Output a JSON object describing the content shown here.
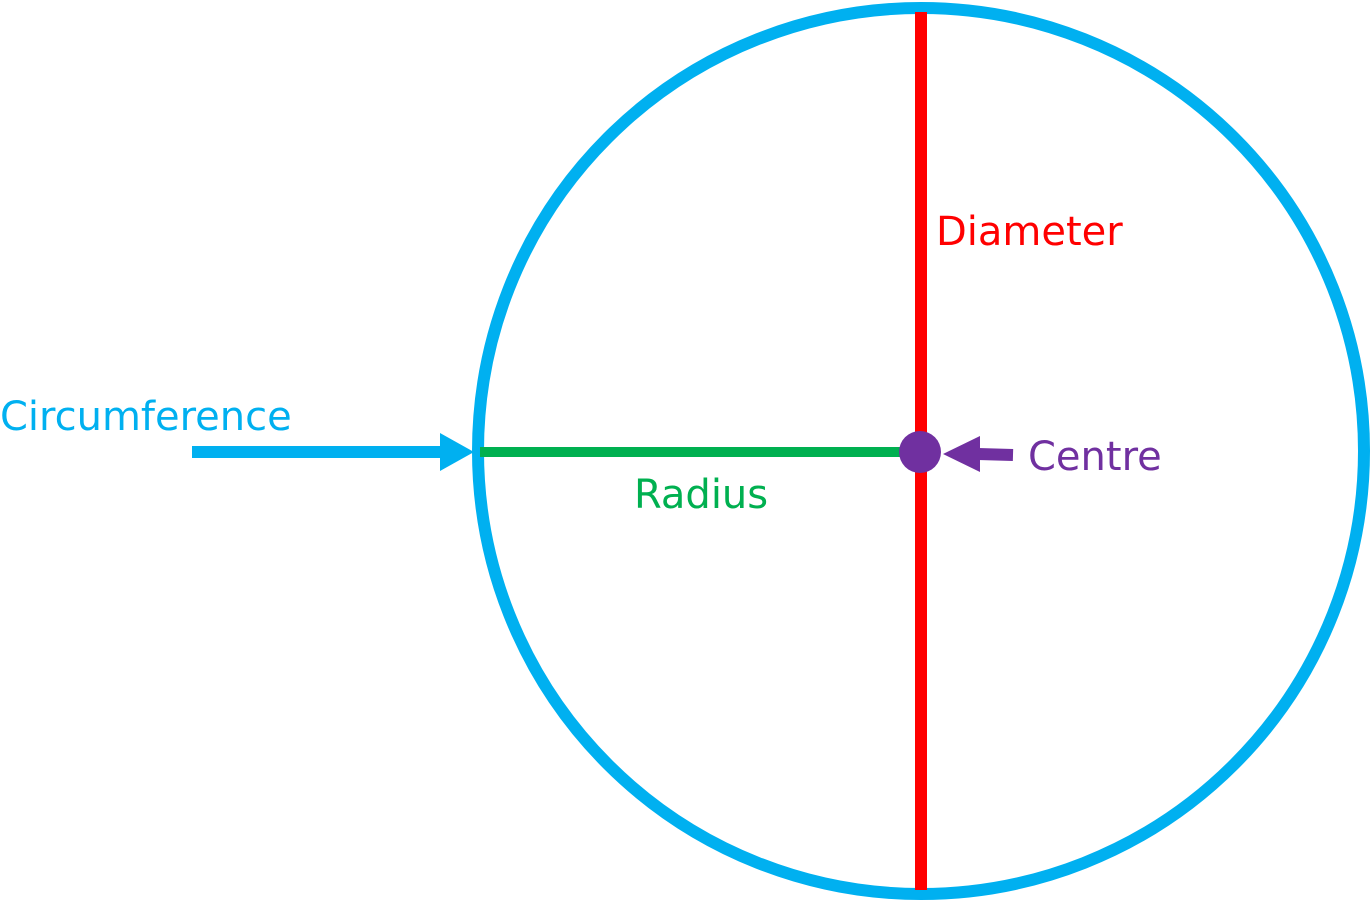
{
  "labels": {
    "circumference": "Circumference",
    "diameter": "Diameter",
    "radius": "Radius",
    "centre": "Centre"
  },
  "colors": {
    "circumference": "#00B0F0",
    "diameter": "#FF0000",
    "radius": "#00B050",
    "centre": "#7030A0"
  }
}
